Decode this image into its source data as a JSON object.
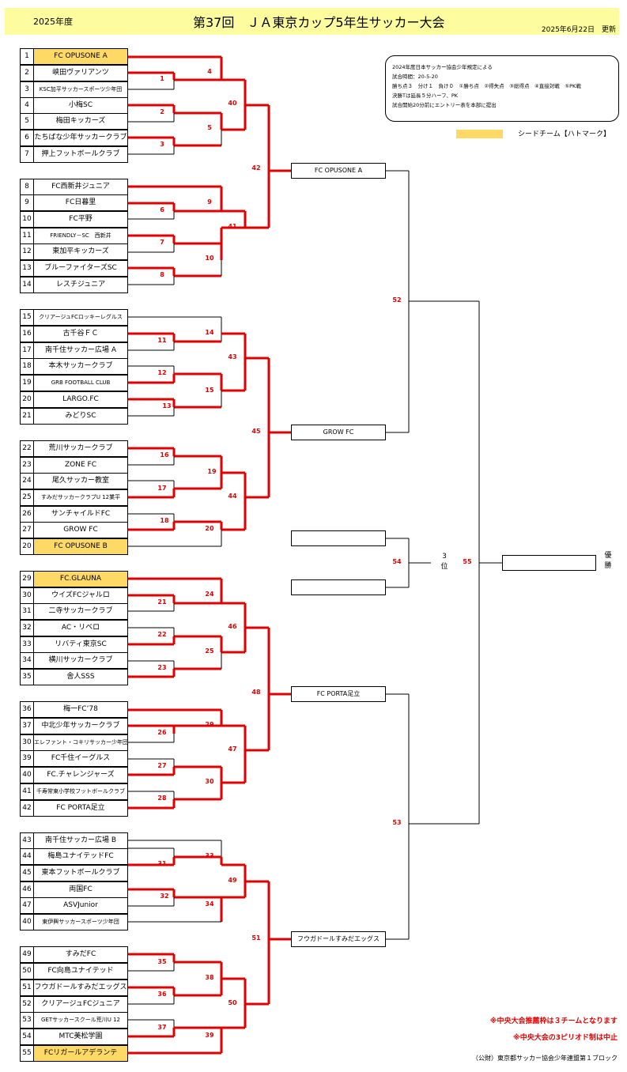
{
  "header": {
    "season": "2025年度",
    "title": "第37回　ＪＡ東京カップ5年生サッカー大会",
    "updated": "2025年6月22日　更新"
  },
  "rules": [
    "2024年度日本サッカー協会少年規定による",
    "試合時間：20-5-20",
    "勝ち点３　分け１　負け０　①勝ち点　②得失点　③総得点　④直接対戦　⑤PK戦",
    "決勝Tは延長５分ハーフ、PK",
    "試合開始20分前にエントリー表を本部に提出"
  ],
  "legend": {
    "label": "シードチーム【ハトマーク】",
    "seed_color": "#ffd966"
  },
  "colors": {
    "line": "#e00000",
    "header_bg": "#fdfd9f"
  },
  "teams": [
    {
      "no": "1",
      "name": "FC OPUSONE A",
      "seed": true
    },
    {
      "no": "2",
      "name": "峡田ヴァリアンツ"
    },
    {
      "no": "3",
      "name": "KSC加平サッカースポーツ少年団"
    },
    {
      "no": "4",
      "name": "小梅SC"
    },
    {
      "no": "5",
      "name": "梅田キッカーズ"
    },
    {
      "no": "6",
      "name": "たちばな少年サッカークラブ"
    },
    {
      "no": "7",
      "name": "押上フットボールクラブ"
    },
    {
      "no": "8",
      "name": "FC西新井ジュニア"
    },
    {
      "no": "9",
      "name": "FC日暮里"
    },
    {
      "no": "10",
      "name": "FC平野"
    },
    {
      "no": "11",
      "name": "FRIENDLY－SC　西新井"
    },
    {
      "no": "12",
      "name": "東加平キッカーズ"
    },
    {
      "no": "13",
      "name": "ブルーファイターズSC"
    },
    {
      "no": "14",
      "name": "レスチジュニア"
    },
    {
      "no": "15",
      "name": "クリアージュFCロッキーレグルス"
    },
    {
      "no": "16",
      "name": "古千谷ＦＣ"
    },
    {
      "no": "17",
      "name": "南千住サッカー広場 A"
    },
    {
      "no": "18",
      "name": "本木サッカークラブ"
    },
    {
      "no": "19",
      "name": "GRB FOOTBALL CLUB"
    },
    {
      "no": "20",
      "name": "LARGO.FC"
    },
    {
      "no": "21",
      "name": "みどりSC"
    },
    {
      "no": "22",
      "name": "荒川サッカークラブ"
    },
    {
      "no": "23",
      "name": "ZONE FC"
    },
    {
      "no": "24",
      "name": "尾久サッカー教室"
    },
    {
      "no": "25",
      "name": "すみだサッカークラブU 12業平"
    },
    {
      "no": "26",
      "name": "サンチャイルドFC"
    },
    {
      "no": "27",
      "name": "GROW FC"
    },
    {
      "no": "20",
      "name": "FC OPUSONE B",
      "seed": true
    },
    {
      "no": "29",
      "name": "FC.GLAUNA",
      "seed": true
    },
    {
      "no": "30",
      "name": "ウイズFCジャルロ"
    },
    {
      "no": "31",
      "name": "二寺サッカークラブ"
    },
    {
      "no": "32",
      "name": "AC・リベロ"
    },
    {
      "no": "33",
      "name": "リバティ東京SC"
    },
    {
      "no": "34",
      "name": "横川サッカークラブ"
    },
    {
      "no": "35",
      "name": "舎人SSS"
    },
    {
      "no": "36",
      "name": "梅一FC’78"
    },
    {
      "no": "37",
      "name": "中北少年サッカークラブ"
    },
    {
      "no": "30",
      "name": "エレファント・コキリサッカー少年団"
    },
    {
      "no": "39",
      "name": "FC千住イーグルス"
    },
    {
      "no": "40",
      "name": "FC.チャレンジャーズ"
    },
    {
      "no": "41",
      "name": "千寿常東小学校フットボールクラブ"
    },
    {
      "no": "42",
      "name": "FC PORTA足立"
    },
    {
      "no": "43",
      "name": "南千住サッカー広場 B"
    },
    {
      "no": "44",
      "name": "梅島ユナイテッドFC"
    },
    {
      "no": "45",
      "name": "東本フットボールクラブ"
    },
    {
      "no": "46",
      "name": "両国FC"
    },
    {
      "no": "47",
      "name": "ASVJunior"
    },
    {
      "no": "40",
      "name": "東伊興サッカースポーツ少年団"
    },
    {
      "no": "49",
      "name": "すみだFC"
    },
    {
      "no": "50",
      "name": "FC向島ユナイテッド"
    },
    {
      "no": "51",
      "name": "フウガドールすみだエッグス"
    },
    {
      "no": "52",
      "name": "クリアージュFCジュニア"
    },
    {
      "no": "53",
      "name": "GETサッカースクール荒川U 12"
    },
    {
      "no": "54",
      "name": "MTC美松学園"
    },
    {
      "no": "55",
      "name": "FCリガールアデランテ",
      "seed": true
    }
  ],
  "round_winners": {
    "block_a": "FC OPUSONE A",
    "block_b": "GROW FC",
    "third_top": "",
    "third_bottom": "",
    "block_c": "FC PORTA足立",
    "block_d": "フウガドールすみだエッグス",
    "champion": ""
  },
  "third_place_label": "3位",
  "winner_label": "優勝",
  "notes": [
    "※中央大会推薦枠は３チームとなります",
    "※中央大会の3ピリオド制は中止"
  ],
  "footer": "（公財）東京都サッカー協会少年連盟第１ブロック",
  "match_numbers": [
    "1",
    "2",
    "3",
    "4",
    "5",
    "6",
    "7",
    "8",
    "9",
    "10",
    "11",
    "12",
    "13",
    "14",
    "15",
    "16",
    "17",
    "18",
    "19",
    "20",
    "21",
    "22",
    "23",
    "24",
    "25",
    "26",
    "27",
    "28",
    "29",
    "30",
    "31",
    "32",
    "33",
    "34",
    "35",
    "36",
    "37",
    "38",
    "39",
    "40",
    "41",
    "42",
    "43",
    "44",
    "45",
    "46",
    "47",
    "48",
    "49",
    "50",
    "51",
    "52",
    "53",
    "54",
    "55"
  ]
}
